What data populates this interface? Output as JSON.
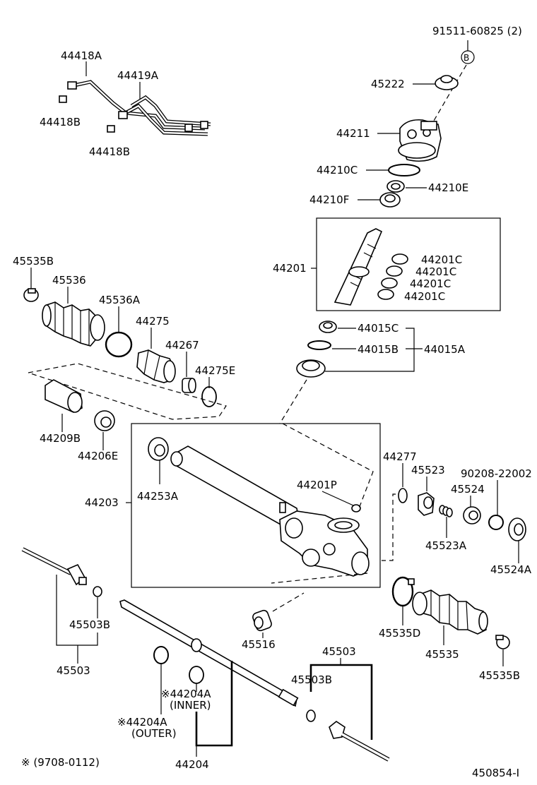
{
  "diagram": {
    "doc_number": "450854-I",
    "footnote": "※ (9708-0112)",
    "labels": {
      "bolt": "91511-60825 (2)",
      "bolt_ref": "B",
      "p45222": "45222",
      "p44211": "44211",
      "p44210C": "44210C",
      "p44210F": "44210F",
      "p44210E": "44210E",
      "p44201": "44201",
      "p44201C_1": "44201C",
      "p44201C_2": "44201C",
      "p44201C_3": "44201C",
      "p44201C_4": "44201C",
      "p44015C": "44015C",
      "p44015B": "44015B",
      "p44015A": "44015A",
      "p44418A": "44418A",
      "p44419A": "44419A",
      "p44418B_1": "44418B",
      "p44418B_2": "44418B",
      "p45535B_l": "45535B",
      "p45536": "45536",
      "p45536A": "45536A",
      "p44275": "44275",
      "p44267": "44267",
      "p44275E": "44275E",
      "p44209B": "44209B",
      "p44206E": "44206E",
      "p44203": "44203",
      "p44253A": "44253A",
      "p44201P": "44201P",
      "p44277": "44277",
      "p45523": "45523",
      "p90208": "90208-22002",
      "p45524": "45524",
      "p45523A": "45523A",
      "p45524A": "45524A",
      "p45503B_l": "45503B",
      "p45503_l": "45503",
      "p45516": "45516",
      "p45535D": "45535D",
      "p45535": "45535",
      "p45535B_r": "45535B",
      "p45503_r": "45503",
      "p45503B_r": "45503B",
      "p44204A_inner": "※44204A",
      "p44204A_inner_note": "(INNER)",
      "p44204A_outer": "※44204A",
      "p44204A_outer_note": "(OUTER)",
      "p44204": "44204"
    }
  }
}
